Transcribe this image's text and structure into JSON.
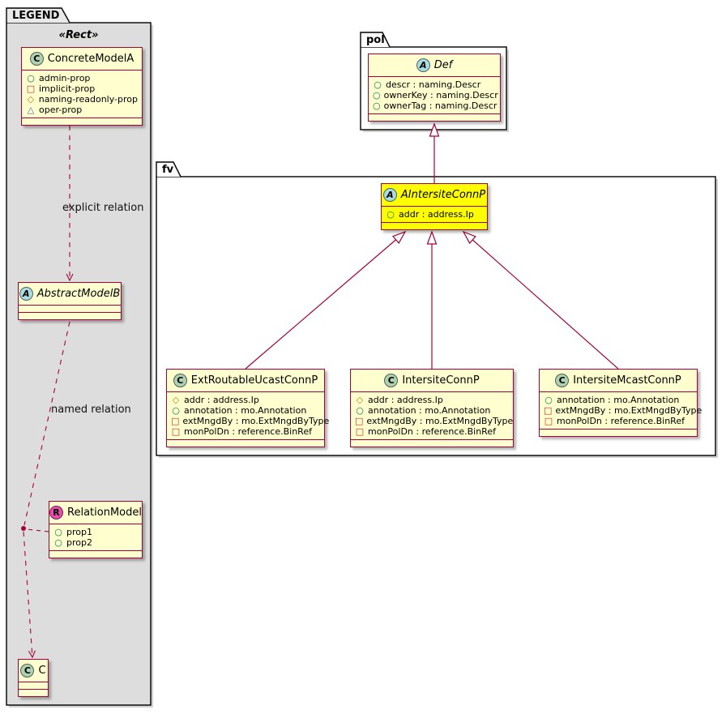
{
  "legend": {
    "tab": "LEGEND",
    "stereotype": "«Rect»",
    "explicit_relation_label": "explicit relation",
    "named_relation_label": "named relation"
  },
  "packages": {
    "pol": {
      "name": "pol"
    },
    "fv": {
      "name": "fv"
    }
  },
  "classes": {
    "concreteModelA": {
      "spot": "C",
      "name": "ConcreteModelA",
      "members": [
        {
          "shape": "circle",
          "text": "admin-prop"
        },
        {
          "shape": "square",
          "text": "implicit-prop"
        },
        {
          "shape": "diamond",
          "text": "naming-readonly-prop"
        },
        {
          "shape": "triangle",
          "text": "oper-prop"
        }
      ]
    },
    "abstractModelB": {
      "spot": "A",
      "name": "AbstractModelB",
      "members": []
    },
    "relationModel": {
      "spot": "R",
      "name": "RelationModel",
      "members": [
        {
          "shape": "circle",
          "text": "prop1"
        },
        {
          "shape": "circle",
          "text": "prop2"
        }
      ]
    },
    "c": {
      "spot": "C",
      "name": "C",
      "members": []
    },
    "def": {
      "spot": "A",
      "name": "Def",
      "members": [
        {
          "shape": "circle",
          "text": "descr : naming.Descr"
        },
        {
          "shape": "circle",
          "text": "ownerKey : naming.Descr"
        },
        {
          "shape": "circle",
          "text": "ownerTag : naming.Descr"
        }
      ]
    },
    "aIntersiteConnP": {
      "spot": "A",
      "name": "AIntersiteConnP",
      "members": [
        {
          "shape": "circle",
          "text": "addr : address.Ip"
        }
      ]
    },
    "extRoutableUcastConnP": {
      "spot": "C",
      "name": "ExtRoutableUcastConnP",
      "members": [
        {
          "shape": "diamond",
          "text": "addr : address.Ip"
        },
        {
          "shape": "circle",
          "text": "annotation : mo.Annotation"
        },
        {
          "shape": "square",
          "text": "extMngdBy : mo.ExtMngdByType"
        },
        {
          "shape": "square",
          "text": "monPolDn : reference.BinRef"
        }
      ]
    },
    "intersiteConnP": {
      "spot": "C",
      "name": "IntersiteConnP",
      "members": [
        {
          "shape": "diamond",
          "text": "addr : address.Ip"
        },
        {
          "shape": "circle",
          "text": "annotation : mo.Annotation"
        },
        {
          "shape": "square",
          "text": "extMngdBy : mo.ExtMngdByType"
        },
        {
          "shape": "square",
          "text": "monPolDn : reference.BinRef"
        }
      ]
    },
    "intersiteMcastConnP": {
      "spot": "C",
      "name": "IntersiteMcastConnP",
      "members": [
        {
          "shape": "circle",
          "text": "annotation : mo.Annotation"
        },
        {
          "shape": "square",
          "text": "extMngdBy : mo.ExtMngdByType"
        },
        {
          "shape": "square",
          "text": "monPolDn : reference.BinRef"
        }
      ]
    }
  },
  "colors": {
    "class_bg": "#FEFECE",
    "class_border": "#A80036",
    "highlight_bg": "#FFFF00",
    "legend_bg": "#DDDDDD",
    "spot_class": "#ADD1B2",
    "spot_abstract": "#A9DCDF",
    "spot_relation": "#E84DAE",
    "line": "#A80036"
  }
}
